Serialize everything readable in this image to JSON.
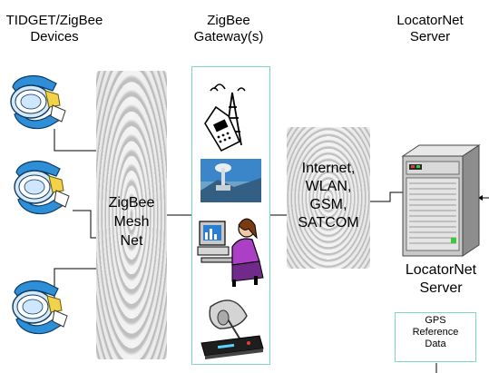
{
  "columns": {
    "devices_header": [
      "TIDGET/ZigBee",
      "Devices"
    ],
    "gateway_header": [
      "ZigBee",
      "Gateway(s)"
    ],
    "server_header": [
      "LocatorNet",
      "Server"
    ]
  },
  "mesh": {
    "label": [
      "ZigBee",
      "Mesh",
      "Net"
    ]
  },
  "network": {
    "label": [
      "Internet,",
      "WLAN,",
      "GSM,",
      "SATCOM"
    ]
  },
  "server": {
    "label": [
      "LocatorNet",
      "Server"
    ]
  },
  "gps": {
    "label": [
      "GPS",
      "Reference",
      "Data"
    ]
  },
  "icons": [
    "watch-icon",
    "cell-tower-phone-icon",
    "satellite-dish-photo-icon",
    "computer-user-icon",
    "satellite-dish-receiver-icon",
    "server-tower-icon"
  ]
}
